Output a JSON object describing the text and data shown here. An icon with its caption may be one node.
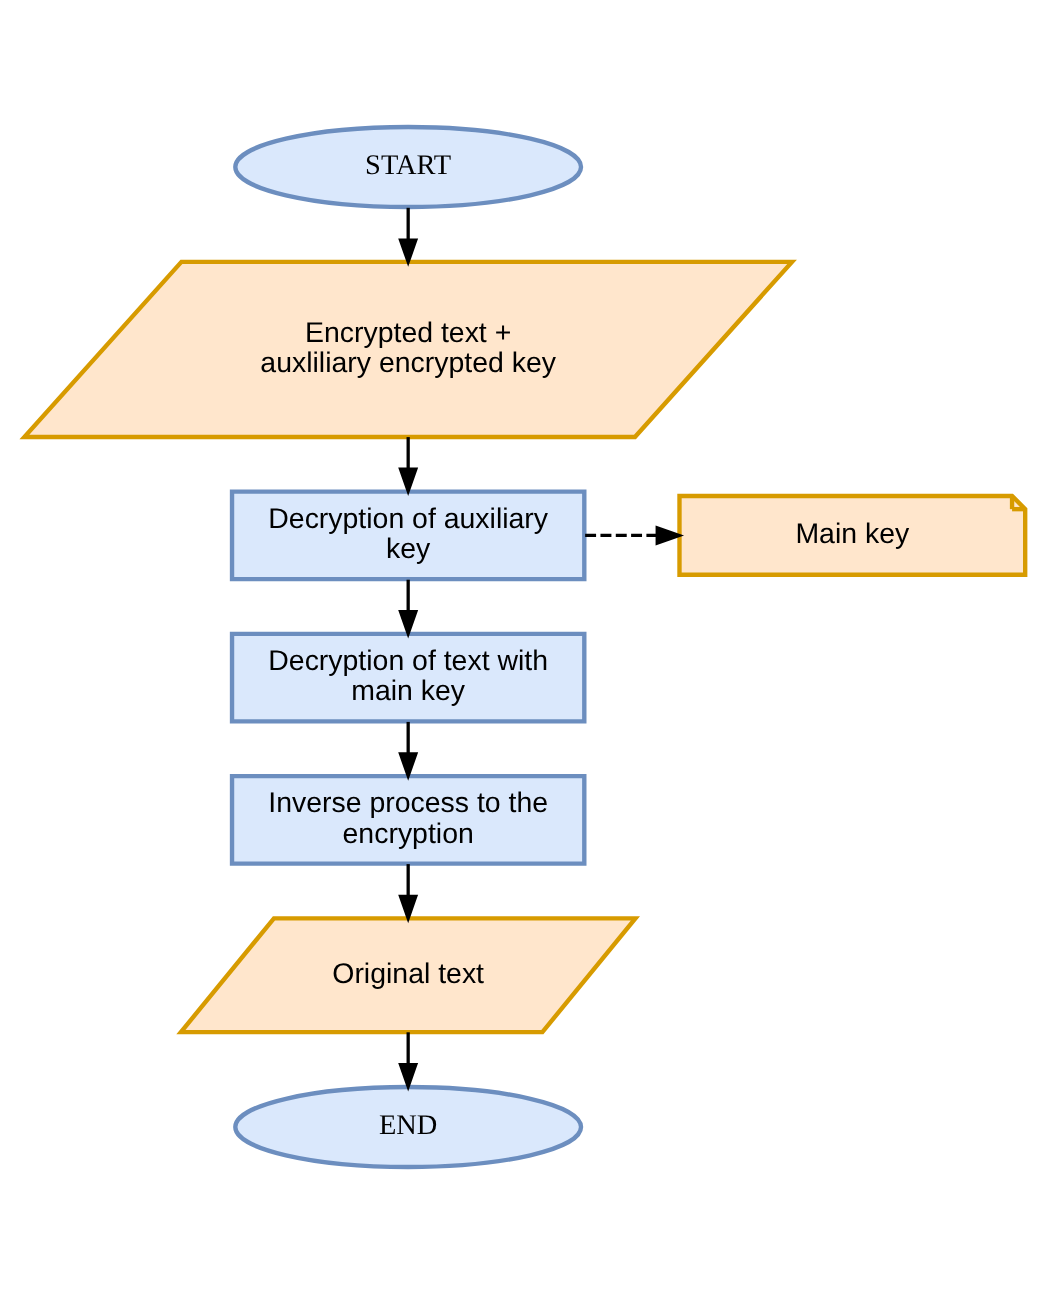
{
  "diagram": {
    "nodes": [
      {
        "text": [
          "START"
        ]
      },
      {
        "text": [
          "Encrypted text + auxliliary encrypted key"
        ]
      },
      {
        "text": [
          "Decryption of auxiliary key"
        ]
      },
      {
        "text": [
          "Main key"
        ]
      },
      {
        "text": [
          "Decryption of text with main key"
        ]
      },
      {
        "text": [
          "Inverse process to the encryption"
        ]
      },
      {
        "text": [
          "Original text"
        ]
      },
      {
        "text": [
          "END"
        ]
      }
    ],
    "edges": [
      {
        "from": 0,
        "to": 1,
        "arrow": "to"
      },
      {
        "from": 1,
        "to": 2,
        "arrow": "to"
      },
      {
        "from": 2,
        "to": 3,
        "arrow": "to",
        "style": "dashed"
      },
      {
        "from": 2,
        "to": 4,
        "arrow": "to"
      },
      {
        "from": 4,
        "to": 5,
        "arrow": "to"
      },
      {
        "from": 5,
        "to": 6,
        "arrow": "to"
      },
      {
        "from": 6,
        "to": 7,
        "arrow": "to"
      }
    ]
  }
}
